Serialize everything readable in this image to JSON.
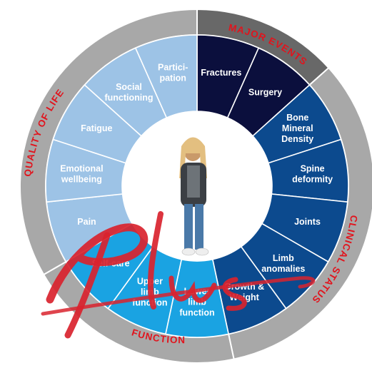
{
  "outer_ring": {
    "quality_of_life": {
      "label": "QUALITY OF LIFE",
      "color": "#a8a8a8"
    },
    "major_events": {
      "label": "MAJOR EVENTS",
      "color": "#686868"
    },
    "clinical_status": {
      "label": "CLINICAL STATUS",
      "color": "#a8a8a8"
    },
    "function": {
      "label": "FUNCTION",
      "color": "#a8a8a8"
    }
  },
  "segments": [
    {
      "lines": [
        "Fractures"
      ],
      "color": "#0b0f3d"
    },
    {
      "lines": [
        "Surgery"
      ],
      "color": "#0b0f3d"
    },
    {
      "lines": [
        "Bone",
        "Mineral",
        "Density"
      ],
      "color": "#0c4a8e"
    },
    {
      "lines": [
        "Spine",
        "deformity"
      ],
      "color": "#0c4a8e"
    },
    {
      "lines": [
        "Joints"
      ],
      "color": "#0c4a8e"
    },
    {
      "lines": [
        "Limb",
        "anomalies"
      ],
      "color": "#0c4a8e"
    },
    {
      "lines": [
        "Growth &",
        "Weight"
      ],
      "color": "#0c4a8e"
    },
    {
      "lines": [
        "Lower",
        "limb",
        "function"
      ],
      "color": "#1aa3e2"
    },
    {
      "lines": [
        "Upper",
        "limb",
        "function"
      ],
      "color": "#1aa3e2"
    },
    {
      "lines": [
        "Self-care"
      ],
      "color": "#1aa3e2"
    },
    {
      "lines": [
        "Pain"
      ],
      "color": "#9dc3e6"
    },
    {
      "lines": [
        "Emotional",
        "wellbeing"
      ],
      "color": "#9dc3e6"
    },
    {
      "lines": [
        "Fatigue"
      ],
      "color": "#9dc3e6"
    },
    {
      "lines": [
        "Social",
        "functioning"
      ],
      "color": "#9dc3e6"
    },
    {
      "lines": [
        "Partici-",
        "pation"
      ],
      "color": "#9dc3e6"
    }
  ],
  "overlay": {
    "text": "Plus",
    "color": "#d9232e"
  }
}
